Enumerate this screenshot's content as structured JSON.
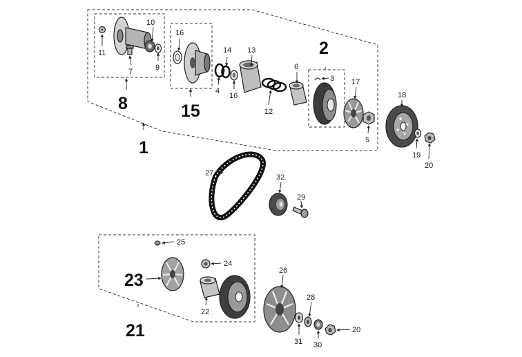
{
  "diagram": {
    "group_labels": {
      "g1": "1",
      "g2": "2",
      "g8": "8",
      "g15": "15",
      "g21": "21",
      "g23": "23"
    },
    "part_labels": {
      "p3": "3",
      "p4": "4",
      "p5": "5",
      "p6": "6",
      "p7": "7",
      "p9": "9",
      "p10": "10",
      "p11": "11",
      "p12": "12",
      "p13": "13",
      "p14": "14",
      "p16a": "16",
      "p16b": "16",
      "p17": "17",
      "p18": "18",
      "p19": "19",
      "p20a": "20",
      "p20b": "20",
      "p22": "22",
      "p24": "24",
      "p25": "25",
      "p26": "26",
      "p27": "27",
      "p28": "28",
      "p29": "29",
      "p30": "30",
      "p31": "31",
      "p32": "32"
    }
  }
}
